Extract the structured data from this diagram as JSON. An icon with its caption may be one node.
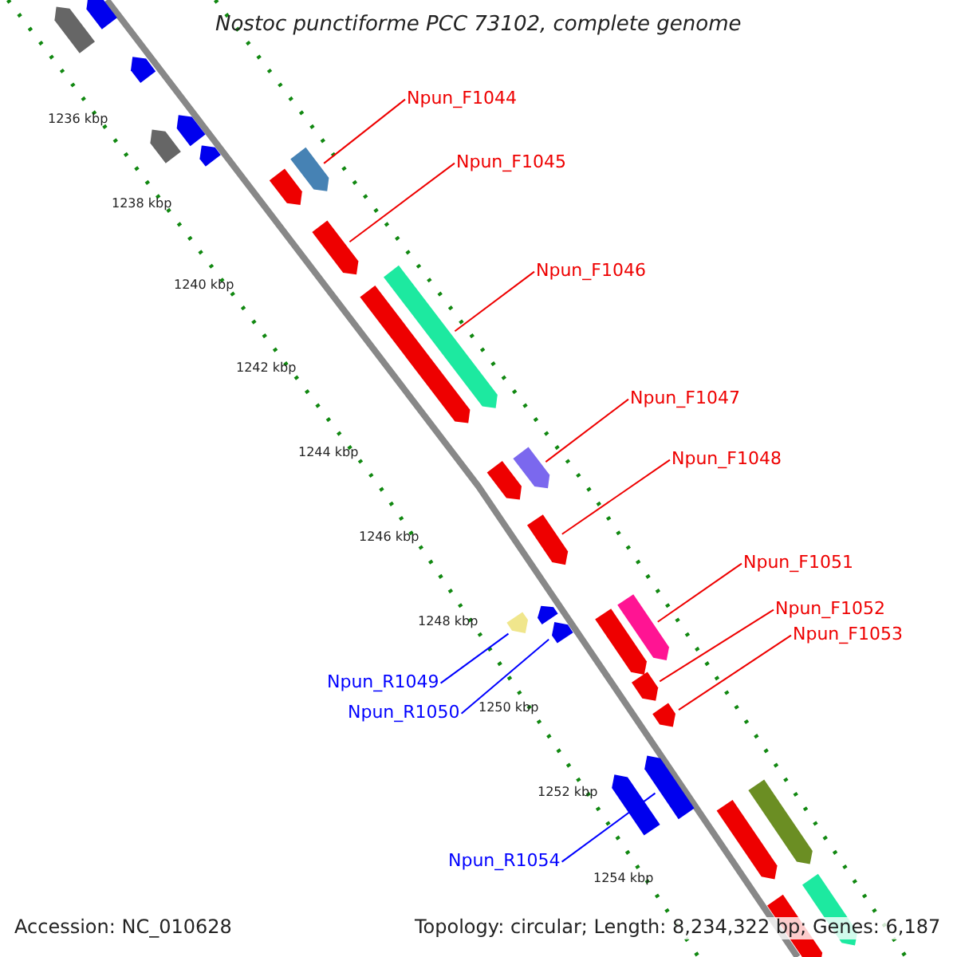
{
  "diagram": {
    "title": "Nostoc punctiforme PCC 73102, complete genome",
    "nodes": [
      {
        "text": [
          "Npun_F1044"
        ]
      },
      {
        "text": [],
        "shape": "bar"
      },
      {
        "text": [
          "Npun_F1045"
        ]
      },
      {
        "text": [],
        "shape": "bar"
      },
      {
        "text": [
          "Npun_F1046"
        ]
      },
      {
        "text": [],
        "shape": "bar"
      },
      {
        "text": [
          "Npun_F1047"
        ]
      },
      {
        "text": [],
        "shape": "bar"
      },
      {
        "text": [
          "Npun_F1048"
        ]
      },
      {
        "text": [],
        "shape": "bar"
      },
      {
        "text": [
          "Npun_F1051"
        ]
      },
      {
        "text": [],
        "shape": "bar"
      },
      {
        "text": [
          "Npun_F1052"
        ]
      },
      {
        "text": [],
        "shape": "bar"
      },
      {
        "text": [
          "Npun_F1053"
        ]
      },
      {
        "text": [],
        "shape": "bar"
      },
      {
        "text": [
          "Npun_R1049"
        ]
      },
      {
        "text": [],
        "shape": "bar"
      },
      {
        "text": [
          "Npun_R1050"
        ]
      },
      {
        "text": [],
        "shape": "bar"
      },
      {
        "text": [
          "Npun_R1054"
        ]
      },
      {
        "text": [],
        "shape": "bar"
      },
      {
        "text": [],
        "shape": "bar"
      },
      {
        "text": [],
        "shape": "bar"
      },
      {
        "text": [],
        "shape": "bar"
      },
      {
        "text": [],
        "shape": "bar"
      },
      {
        "text": [],
        "shape": "bar"
      },
      {
        "text": [],
        "shape": "bar"
      },
      {
        "text": [],
        "shape": "bar"
      },
      {
        "text": [],
        "shape": "bar"
      },
      {
        "text": [],
        "shape": "bar"
      },
      {
        "text": [],
        "shape": "bar"
      },
      {
        "text": [],
        "shape": "bar"
      },
      {
        "text": [],
        "shape": "bar"
      },
      {
        "text": [],
        "shape": "bar"
      },
      {
        "text": [],
        "shape": "bar"
      },
      {
        "text": [],
        "shape": "bar"
      },
      {
        "text": [],
        "shape": "bar"
      }
    ],
    "edges": [
      {
        "from": 0,
        "to": 1,
        "arrow": "none"
      },
      {
        "from": 2,
        "to": 3,
        "arrow": "none"
      },
      {
        "from": 4,
        "to": 5,
        "arrow": "none"
      },
      {
        "from": 6,
        "to": 7,
        "arrow": "none"
      },
      {
        "from": 8,
        "to": 9,
        "arrow": "none"
      },
      {
        "from": 10,
        "to": 11,
        "arrow": "none"
      },
      {
        "from": 12,
        "to": 13,
        "arrow": "none"
      },
      {
        "from": 14,
        "to": 15,
        "arrow": "none"
      },
      {
        "from": 16,
        "to": 17,
        "arrow": "none",
        "color": "#0000ff"
      },
      {
        "from": 18,
        "to": 19,
        "arrow": "none",
        "color": "#0000ff"
      },
      {
        "from": 20,
        "to": 21,
        "arrow": "none",
        "color": "#0000ff"
      }
    ],
    "labels": [
      "1236 kbp",
      "1238 kbp",
      "1240 kbp",
      "1242 kbp",
      "1244 kbp",
      "1246 kbp",
      "1248 kbp",
      "1250 kbp",
      "1252 kbp",
      "1254 kbp",
      "Accession: NC_010628",
      "Topology: circular; Length: 8,234,322 bp; Genes: 6,187"
    ]
  }
}
